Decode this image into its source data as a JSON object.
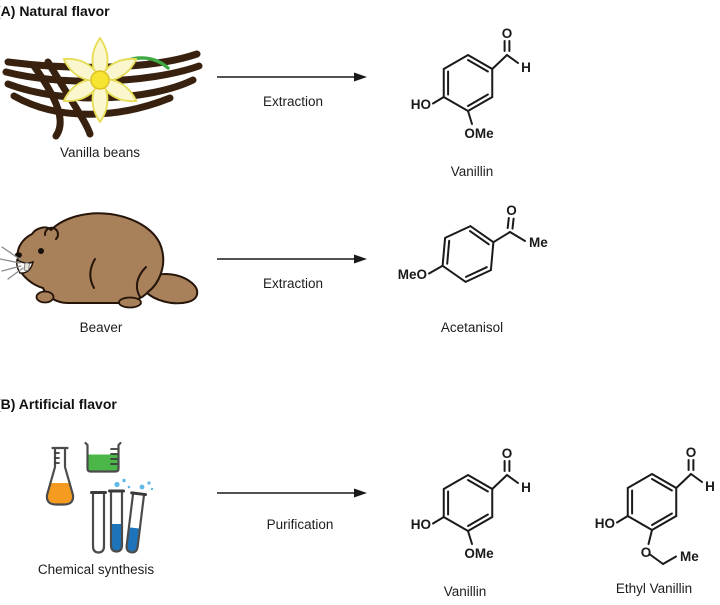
{
  "diagram": {
    "section_a": {
      "title": "(A) Natural flavor",
      "rows": [
        {
          "source": "Vanilla beans",
          "process": "Extraction",
          "product": "Vanillin"
        },
        {
          "source": "Beaver",
          "process": "Extraction",
          "product": "Acetanisol"
        }
      ]
    },
    "section_b": {
      "title": "(B) Artificial flavor",
      "rows": [
        {
          "source": "Chemical synthesis",
          "process": "Purification",
          "product": "Vanillin",
          "product2": "Ethyl Vanillin"
        }
      ]
    }
  },
  "atoms": {
    "vanillin": {
      "o": "O",
      "h": "H",
      "ho": "HO",
      "ome": "OMe"
    },
    "acetanisol": {
      "o": "O",
      "me": "Me",
      "meo": "MeO"
    },
    "ethyl_vanillin": {
      "o": "O",
      "h": "H",
      "ho": "HO",
      "o_ether": "O",
      "me": "Me"
    }
  },
  "colors": {
    "line": "#1a1a1a",
    "pod_brown": "#38220f",
    "flower_pale": "#faf6cd",
    "flower_outline": "#e6db52",
    "flower_center": "#f6e431",
    "stem_green": "#3fa944",
    "beaver_brown": "#a8815a",
    "beaver_outline": "#241409",
    "flask_orange": "#f59b20",
    "beaker_green": "#4bb749",
    "tube_blue": "#1e74bb",
    "bubble_blue": "#5fb8e8",
    "glass_gray": "#4b4b4b"
  }
}
